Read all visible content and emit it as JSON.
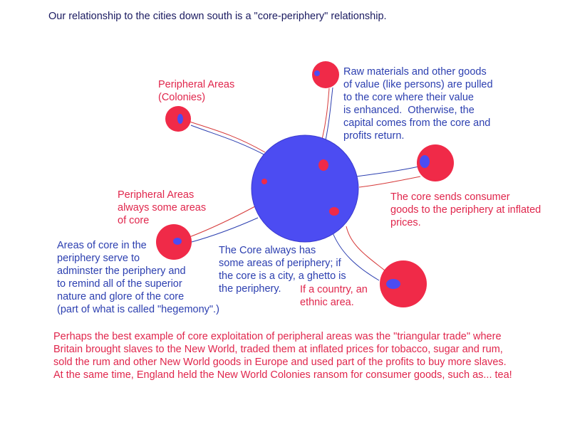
{
  "title": "Our relationship to the cities down south is a \"core-periphery\" relationship.",
  "labels": {
    "peripheral_colonies": "Peripheral Areas\n(Colonies)",
    "raw_materials": "Raw materials and other goods\nof value (like persons) are pulled\nto the core where their value\nis enhanced.  Otherwise, the\ncapital comes from the core and\nprofits return.",
    "core_sends": "The core sends consumer\ngoods to the periphery at inflated\nprices.",
    "peripheral_always": "Peripheral Areas\nalways some areas\nof core",
    "areas_of_core": "Areas of core in the\nperiphery serve to\nadminster the periphery and\nto remind all of the superior\nnature and glore of the core\n(part of what is called \"hegemony\".)",
    "core_always": "The Core always has\nsome areas of periphery; if\nthe core is a city, a ghetto is\nthe periphery.",
    "if_country": "If a country, an\nethnic area.",
    "triangular_trade": "Perhaps the best example of core exploitation of peripheral areas was the \"triangular trade\" where\nBritain brought slaves to the New World, traded them at inflated prices for tobacco, sugar and rum,\nsold the rum and other New World goods in Europe and used part of the profits to buy more slaves.\nAt the same time, England held the New World Colonies ransom for consumer goods, such as... tea!"
  },
  "colors": {
    "core_fill": "#4c4cf2",
    "periphery_fill": "#f02a48",
    "link_red": "#d63a3a",
    "link_blue": "#2c3fb0",
    "text_blue": "#2c3fb0",
    "text_red": "#e0264c",
    "title_color": "#1a1a60"
  }
}
